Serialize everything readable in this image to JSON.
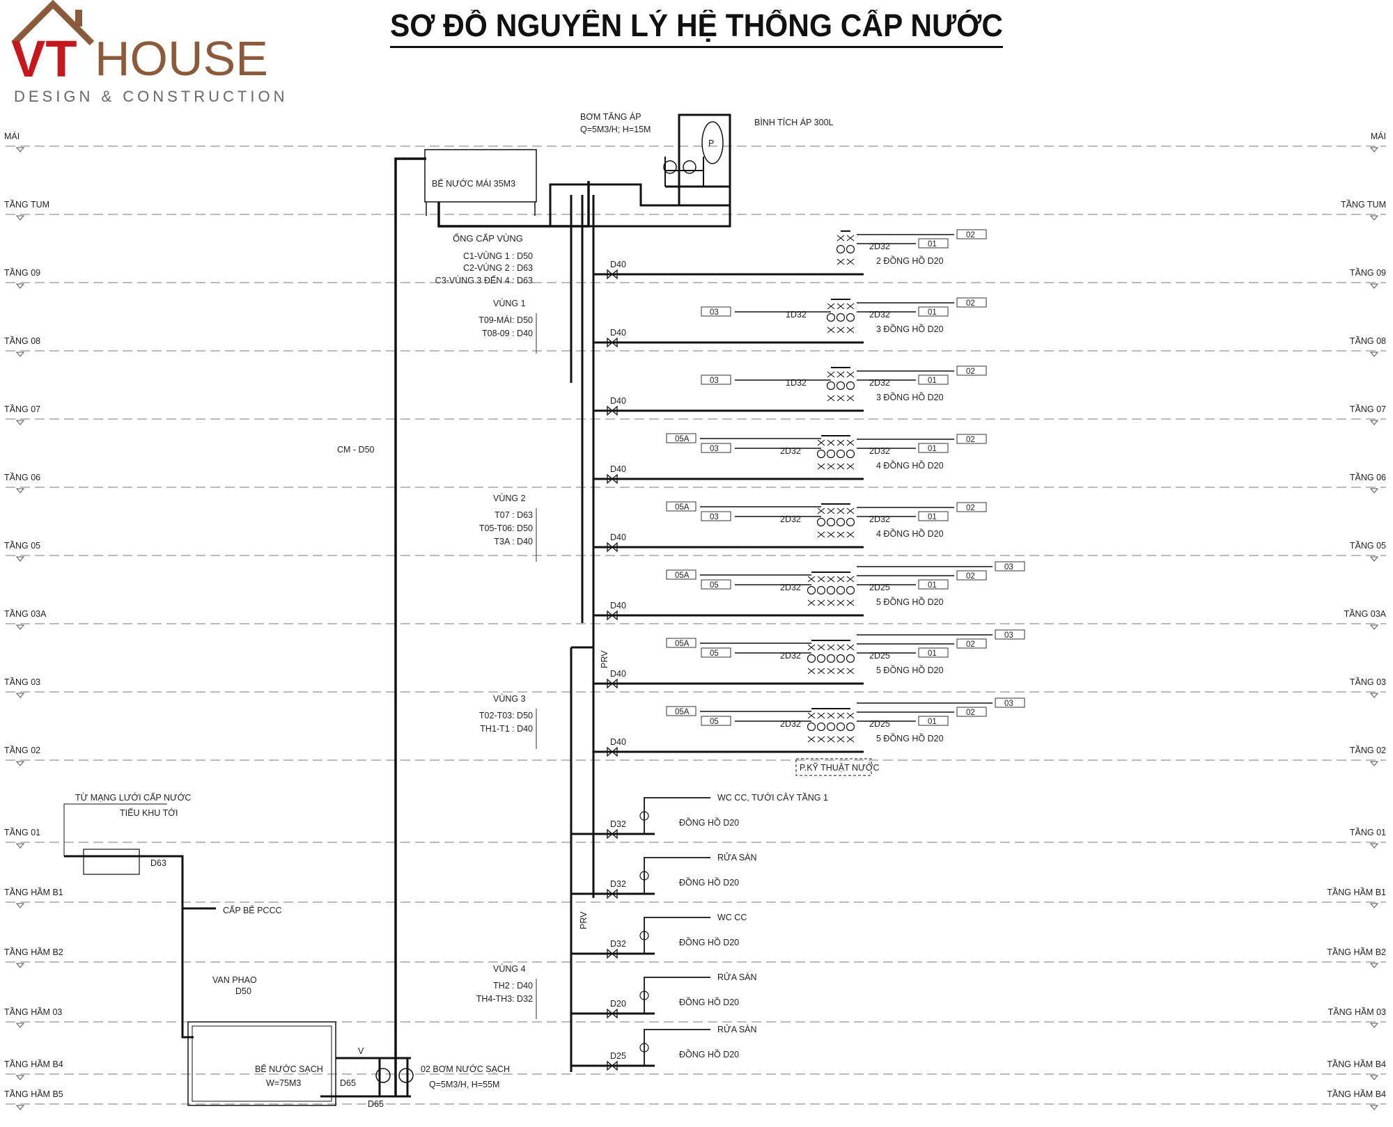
{
  "logo": {
    "brand_vt": "VT",
    "brand_house": "HOUSE",
    "tagline": "DESIGN & CONSTRUCTION",
    "colors": {
      "vt": "#c8161d",
      "house": "#8a5a3a",
      "tagline": "#666666"
    }
  },
  "title": "SƠ ĐỒ NGUYÊN LÝ HỆ THỐNG CẤP NƯỚC",
  "levels": [
    {
      "key": "mai",
      "left": "MÁI",
      "right": "MÁI"
    },
    {
      "key": "tum",
      "left": "TẦNG TUM",
      "right": "TẦNG TUM"
    },
    {
      "key": "t09",
      "left": "TẦNG 09",
      "right": "TẦNG 09"
    },
    {
      "key": "t08",
      "left": "TẦNG 08",
      "right": "TẦNG 08"
    },
    {
      "key": "t07",
      "left": "TẦNG 07",
      "right": "TẦNG 07"
    },
    {
      "key": "t06",
      "left": "TẦNG 06",
      "right": "TẦNG 06"
    },
    {
      "key": "t05",
      "left": "TẦNG 05",
      "right": "TẦNG 05"
    },
    {
      "key": "t03a",
      "left": "TẦNG 03A",
      "right": "TẦNG 03A"
    },
    {
      "key": "t03",
      "left": "TẦNG 03",
      "right": "TẦNG 03"
    },
    {
      "key": "t02",
      "left": "TẦNG 02",
      "right": "TẦNG 02"
    },
    {
      "key": "t01",
      "left": "TẦNG 01",
      "right": "TẦNG 01"
    },
    {
      "key": "b1",
      "left": "TẦNG HẦM B1",
      "right": "TẦNG HẦM B1"
    },
    {
      "key": "b2",
      "left": "TẦNG HẦM B2",
      "right": "TẦNG HẦM B2"
    },
    {
      "key": "b3",
      "left": "TẦNG HẦM 03",
      "right": "TẦNG HẦM 03"
    },
    {
      "key": "b4",
      "left": "TẦNG HẦM B4",
      "right": "TẦNG HẦM B4"
    },
    {
      "key": "b5",
      "left": "TẦNG HẦM B5",
      "right": "TẦNG HẦM B4"
    }
  ],
  "top": {
    "pump_label": "BƠM TĂNG ÁP",
    "pump_spec": "Q=5M3/H; H=15M",
    "tank_label": "BÌNH TÍCH ÁP 300L",
    "tank_p": "P",
    "roof_tank": "BỂ NƯỚC MÁI 35M3"
  },
  "supply": {
    "title": "ỐNG CẤP VÙNG",
    "rows": [
      "C1-VÙNG 1 : D50",
      "C2-VÙNG 2 : D63",
      "C3-VÙNG 3 ĐẾN 4 : D63"
    ]
  },
  "zones": [
    {
      "title": "VÙNG 1",
      "rows": [
        "T09-MÁI: D50",
        "T08-09 : D40"
      ]
    },
    {
      "title": "VÙNG 2",
      "rows": [
        "T07    : D63",
        "T05-T06: D50",
        "T3A    : D40"
      ]
    },
    {
      "title": "VÙNG 3",
      "rows": [
        "T02-T03: D50",
        "TH1-T1 : D40"
      ]
    },
    {
      "title": "VÙNG 4",
      "rows": [
        "TH2    : D40",
        "TH4-TH3: D32"
      ]
    }
  ],
  "cm_label": "CM - D50",
  "branches": [
    {
      "level": "t09",
      "pipe": "D40",
      "meter": "2 ĐỒNG HỒ D20",
      "r": "2D32",
      "out": [
        "01",
        "02"
      ],
      "l": "",
      "ltags": [],
      "n": 2
    },
    {
      "level": "t08",
      "pipe": "D40",
      "meter": "3 ĐỒNG HỒ D20",
      "r": "2D32",
      "out": [
        "01",
        "02"
      ],
      "l": "1D32",
      "ltags": [
        "03"
      ],
      "n": 3
    },
    {
      "level": "t07",
      "pipe": "D40",
      "meter": "3 ĐỒNG HỒ D20",
      "r": "2D32",
      "out": [
        "01",
        "02"
      ],
      "l": "1D32",
      "ltags": [
        "03"
      ],
      "n": 3
    },
    {
      "level": "t06",
      "pipe": "D40",
      "meter": "4 ĐỒNG HỒ D20",
      "r": "2D32",
      "out": [
        "01",
        "02"
      ],
      "l": "2D32",
      "ltags": [
        "03",
        "05A"
      ],
      "n": 4
    },
    {
      "level": "t05",
      "pipe": "D40",
      "meter": "4 ĐỒNG HỒ D20",
      "r": "2D32",
      "out": [
        "01",
        "02"
      ],
      "l": "2D32",
      "ltags": [
        "03",
        "05A"
      ],
      "n": 4
    },
    {
      "level": "t03a",
      "pipe": "D40",
      "meter": "5 ĐỒNG HỒ D20",
      "r": "2D25",
      "out": [
        "01",
        "02",
        "03"
      ],
      "l": "2D32",
      "ltags": [
        "05",
        "05A"
      ],
      "n": 5
    },
    {
      "level": "t03",
      "pipe": "D40",
      "meter": "5 ĐỒNG HỒ D20",
      "r": "2D25",
      "out": [
        "01",
        "02",
        "03"
      ],
      "l": "2D32",
      "ltags": [
        "05",
        "05A"
      ],
      "n": 5
    },
    {
      "level": "t02",
      "pipe": "D40",
      "meter": "5 ĐỒNG HỒ D20",
      "r": "2D25",
      "out": [
        "01",
        "02",
        "03"
      ],
      "l": "2D32",
      "ltags": [
        "05",
        "05A"
      ],
      "n": 5
    }
  ],
  "room_label": "P.KỸ THUẬT NƯỚC",
  "prv": "PRV",
  "lower": [
    {
      "level": "t01",
      "pipe": "D32",
      "meter": "ĐỒNG HỒ D20",
      "dest": "WC CC, TƯỚI CÂY TẦNG 1"
    },
    {
      "level": "b1",
      "pipe": "D32",
      "meter": "ĐỒNG HỒ D20",
      "dest": "RỬA SÀN"
    },
    {
      "level": "b2",
      "pipe": "D32",
      "meter": "ĐỒNG HỒ D20",
      "dest": "WC CC"
    },
    {
      "level": "b3",
      "pipe": "D20",
      "meter": "ĐỒNG HỒ D20",
      "dest": "RỬA SÀN"
    },
    {
      "level": "b4",
      "pipe": "D25",
      "meter": "ĐỒNG HỒ D20",
      "dest": "RỬA SÀN"
    }
  ],
  "city": {
    "line1": "TỪ MẠNG LƯỚI CẤP NƯỚC",
    "line2": "TIỂU KHU TỚI",
    "pipe": "D63",
    "pccc": "CẤP BỂ PCCC"
  },
  "clean_tank": {
    "valve": "VAN PHAO",
    "valve_size": "D50",
    "name": "BỂ NƯỚC SẠCH",
    "volume": "W=75M3",
    "d65a": "D65",
    "d65b": "D65",
    "v": "V",
    "pumps": "02 BƠM NƯỚC SẠCH",
    "pumps_spec": "Q=5M3/H, H=55M"
  }
}
